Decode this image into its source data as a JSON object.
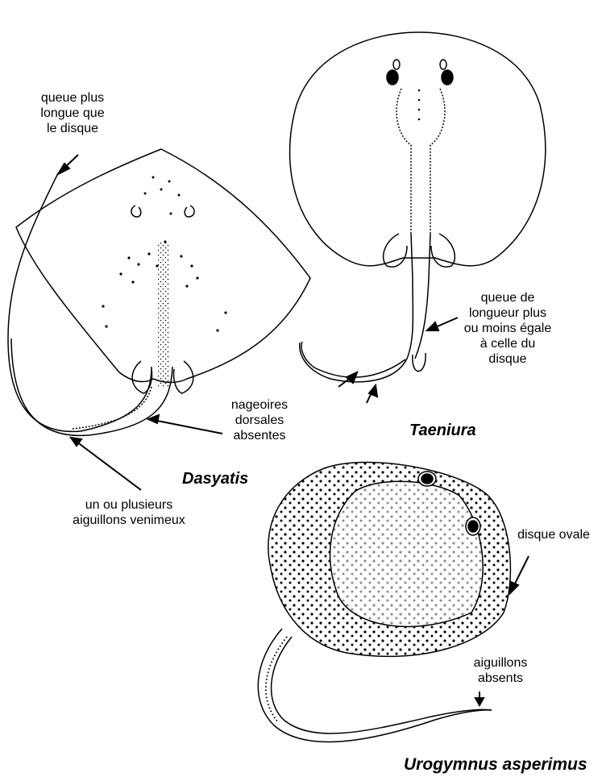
{
  "species": {
    "dasyatis": "Dasyatis",
    "taeniura": "Taeniura",
    "urogymnus": "Urogymnus asperimus"
  },
  "labels": {
    "tail_longer": [
      "queue plus",
      "longue que",
      "le disque"
    ],
    "dorsal_absent": [
      "nageoires",
      "dorsales",
      "absentes"
    ],
    "venom_spines": [
      "un ou plusieurs",
      "aiguillons venimeux"
    ],
    "tail_equal": [
      "queue de",
      "longueur plus",
      "ou moins égale",
      "à celle du",
      "disque"
    ],
    "oval_disc": [
      "disque ovale"
    ],
    "spines_absent": [
      "aiguillons",
      "absents"
    ]
  }
}
